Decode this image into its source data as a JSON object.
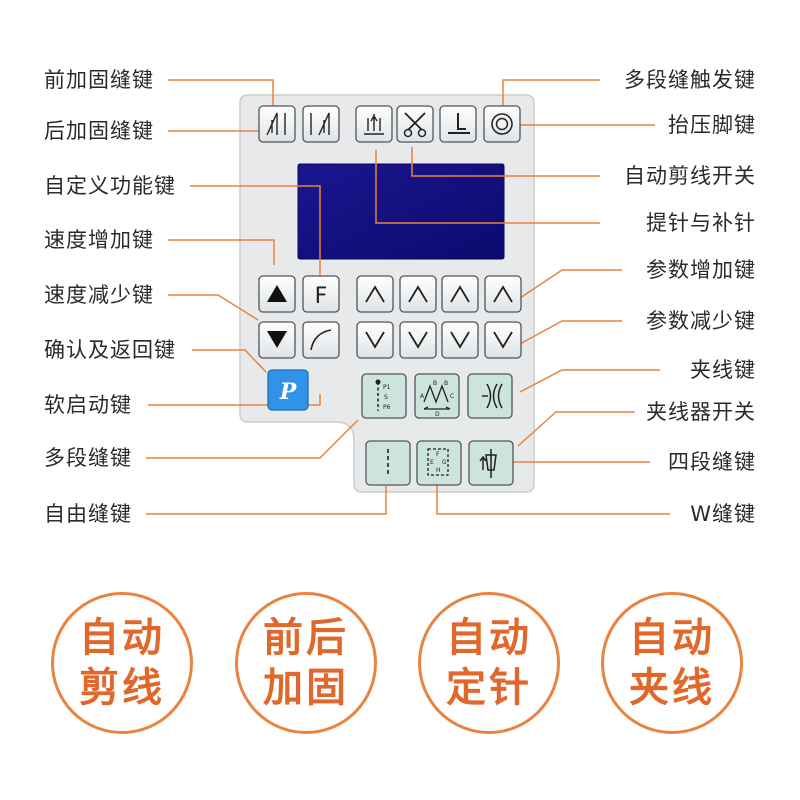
{
  "colors": {
    "leader_line": "#e9833f",
    "badge": "#e0682a",
    "panel": "#e7e9ea",
    "screen": "#14108a",
    "p_key": "#2f93e8"
  },
  "left_labels": [
    "前加固缝键",
    "后加固缝键",
    "自定义功能键",
    "速度增加键",
    "速度减少键",
    "确认及返回键",
    "软启动键",
    "多段缝键",
    "自由缝键"
  ],
  "right_labels": [
    "多段缝触发键",
    "抬压脚键",
    "自动剪线开关",
    "提针与补针",
    "参数增加键",
    "参数减少键",
    "夹线键",
    "夹线器开关",
    "四段缝键",
    "W缝键"
  ],
  "keys": {
    "function_key": "F",
    "p_key": "P",
    "multi_stitch_marks": [
      "P1",
      "S",
      "P6"
    ],
    "w_stitch_marks": [
      "A",
      "B",
      "B",
      "C",
      "D"
    ],
    "four_stitch_marks": [
      "F",
      "E",
      "G",
      "H"
    ]
  },
  "badges": [
    {
      "line1": "自动",
      "line2": "剪线"
    },
    {
      "line1": "前后",
      "line2": "加固"
    },
    {
      "line1": "自动",
      "line2": "定针"
    },
    {
      "line1": "自动",
      "line2": "夹线"
    }
  ]
}
